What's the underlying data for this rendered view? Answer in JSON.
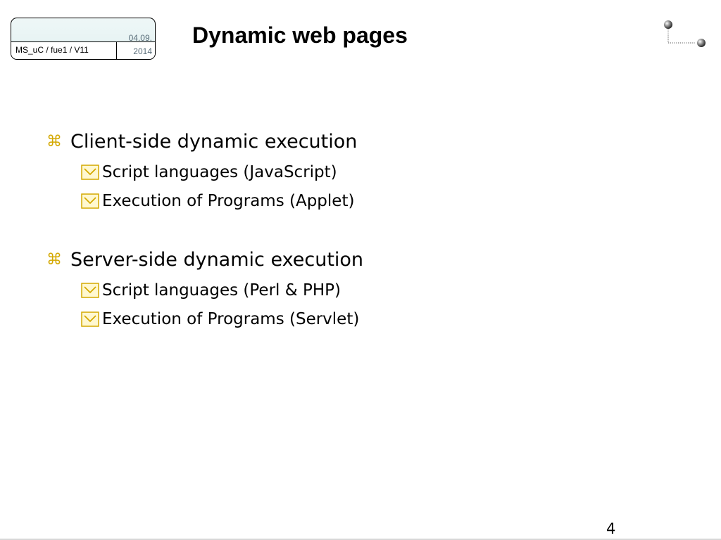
{
  "header": {
    "course": "MS_uC / fue1 / V11",
    "date": "04.09.",
    "year": "2014"
  },
  "title": "Dynamic web pages",
  "sections": [
    {
      "label": "Client-side dynamic execution",
      "items": [
        "Script languages (JavaScript)",
        "Execution of Programs (Applet)"
      ]
    },
    {
      "label": "Server-side dynamic execution",
      "items": [
        "Script languages (Perl & PHP)",
        "Execution of Programs (Servlet)"
      ]
    }
  ],
  "page_number": "4",
  "colors": {
    "bullet": "#d4a800",
    "header_fill": "#e2f1f1",
    "header_text_secondary": "#5a6e7a"
  },
  "icons": {
    "level1_bullet": "command-icon",
    "level2_bullet": "checkbox-icon"
  }
}
